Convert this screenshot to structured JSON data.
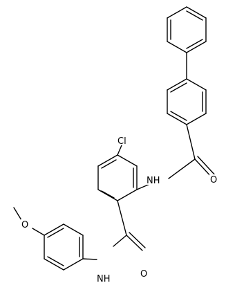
{
  "molecule": {
    "labels": {
      "cl": "Cl",
      "amide_nh_top": "NH",
      "amide_o_top": "O",
      "amide_nh_bottom": "NH",
      "amide_o_bottom": "O",
      "ether_o": "O"
    }
  },
  "colors": {
    "bond": "#000000",
    "background": "#ffffff"
  }
}
